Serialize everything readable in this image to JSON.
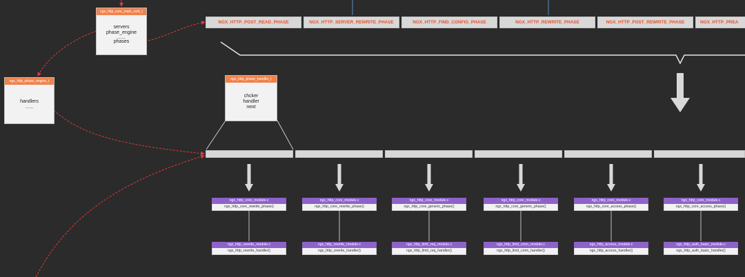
{
  "main_conf": {
    "title": "ngx_http_core_main_conf_t",
    "fields": [
      "servers",
      "phase_engine",
      "......",
      "phases"
    ]
  },
  "phase_engine": {
    "title": "ngx_http_phase_engine_t",
    "fields": [
      "handlers",
      "......"
    ]
  },
  "phase_handler": {
    "title": "ngx_http_phase_handler_t",
    "fields": [
      "chcker",
      "handler",
      "next"
    ]
  },
  "phases": [
    "NGX_HTTP_POST_READ_PHASE",
    "NGX_HTTP_SERVER_REWRITE_PHASE",
    "NGX_HTTP_FIND_CONFIG_PHASE",
    "NGX_HTTP_REWRITE_PHASE",
    "NGX_HTTP_POST_REWRITE_PHASE",
    "NGX_HTTP_PREA"
  ],
  "columns": [
    {
      "core_title": "ngx_http_core_module.c",
      "core_func": "ngx_http_core_rewrite_phase()",
      "mod_title": "ngx_http_rewrite_module.c",
      "mod_func": "ngx_http_rewrite_handler()"
    },
    {
      "core_title": "ngx_http_core_module.c",
      "core_func": "ngx_http_core_rewrite_phase()",
      "mod_title": "ngx_http_rewrite_module.c",
      "mod_func": "ngx_http_rewrite_handler()"
    },
    {
      "core_title": "ngx_http_core_module.c",
      "core_func": "ngx_http_core_generic_phase()",
      "mod_title": "ngx_http_limit_req_module.c",
      "mod_func": "ngx_http_limit_req_handler()"
    },
    {
      "core_title": "ngx_http_core_module.c",
      "core_func": "ngx_http_core_generic_phase()",
      "mod_title": "ngx_http_limit_conn_module.c",
      "mod_func": "ngx_http_limit_conn_handler()"
    },
    {
      "core_title": "ngx_http_core_module.c",
      "core_func": "ngx_http_core_access_phase()",
      "mod_title": "ngx_http_access_module.c",
      "mod_func": "ngx_http_access_handler()"
    },
    {
      "core_title": "ngx_http_core_module.c",
      "core_func": "ngx_http_core_access_phase()",
      "mod_title": "ngx_http_auth_basic_module.c",
      "mod_func": "ngx_http_auth_basic_handler()"
    }
  ],
  "colors": {
    "background": "#2b2b2b",
    "struct_header": "#f0834b",
    "module_header": "#8e63c9",
    "phase_text": "#e8502a",
    "pointer_line": "#e03a3a",
    "arrow": "#d9d9d9"
  }
}
